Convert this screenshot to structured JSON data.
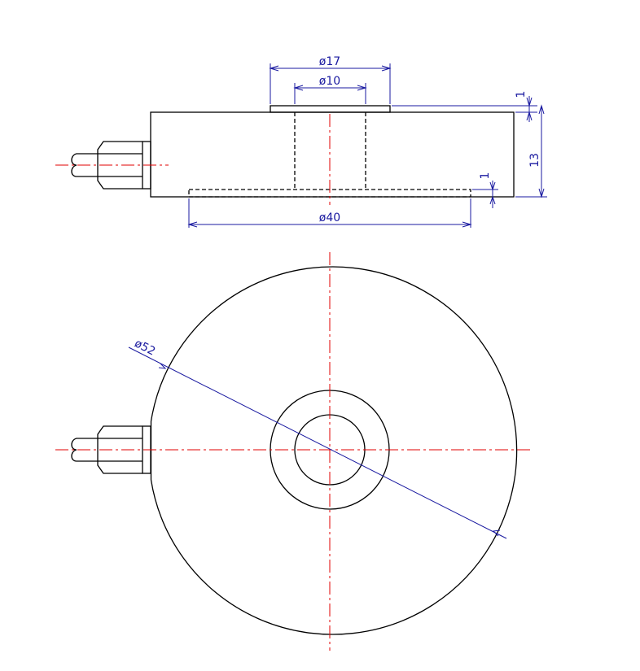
{
  "colors": {
    "outline": "#000000",
    "center_line": "#e00000",
    "dimension": "#1a1aa0",
    "background": "#ffffff"
  },
  "dimensions": {
    "outer_boss_diameter": "ø17",
    "inner_bore_diameter": "ø10",
    "boss_height": "1",
    "body_height": "13",
    "base_step_height": "1",
    "base_diameter": "ø40",
    "body_diameter": "ø52"
  }
}
